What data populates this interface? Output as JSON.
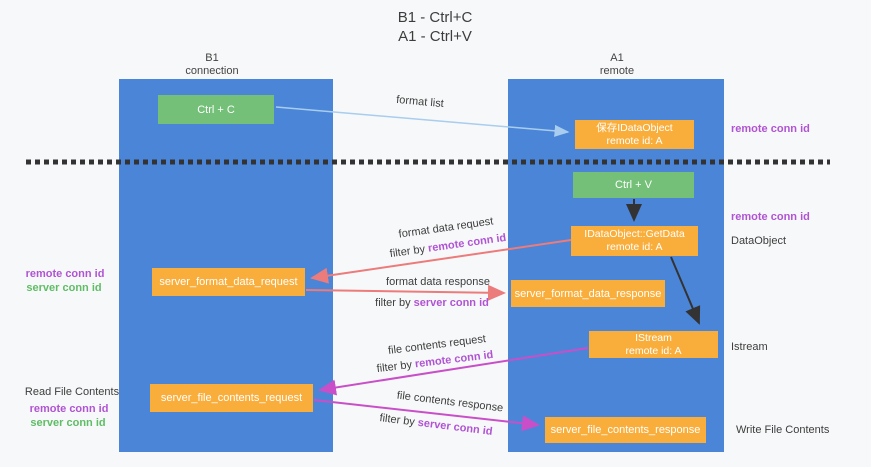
{
  "title": {
    "line1": "B1 - Ctrl+C",
    "line2": "A1 - Ctrl+V"
  },
  "lanes": {
    "b1": {
      "id": "B1",
      "subtitle": "connection"
    },
    "a1": {
      "id": "A1",
      "subtitle": "remote"
    }
  },
  "boxes": {
    "ctrl_c": {
      "label": "Ctrl + C"
    },
    "ctrl_v": {
      "label": "Ctrl + V"
    },
    "save_idataobject": {
      "line1": "保存IDataObject",
      "line2": "remote id: A"
    },
    "getdata": {
      "line1": "IDataObject::GetData",
      "line2": "remote id: A"
    },
    "istream": {
      "line1": "IStream",
      "line2": "remote id: A"
    },
    "server_format_data_request": {
      "label": "server_format_data_request"
    },
    "server_format_data_response": {
      "label": "server_format_data_response"
    },
    "server_file_contents_request": {
      "label": "server_file_contents_request"
    },
    "server_file_contents_response": {
      "label": "server_file_contents_response"
    }
  },
  "edge_labels": {
    "format_list": "format list",
    "format_data_request": "format data request",
    "format_data_response": "format data response",
    "file_contents_request": "file contents request",
    "file_contents_response": "file contents response",
    "filter_by": "filter by ",
    "remote_conn_id": "remote conn id",
    "server_conn_id": "server conn id"
  },
  "side_labels": {
    "left_format": {
      "remote": "remote conn id",
      "server": "server conn id"
    },
    "left_file": {
      "title": "Read File Contents",
      "remote": "remote conn id",
      "server": "server conn id"
    },
    "right": {
      "remote_conn_id_top": "remote conn id",
      "remote_conn_id_mid": "remote conn id",
      "dataobject": "DataObject",
      "istream": "Istream",
      "write_file_contents": "Write File Contents"
    }
  },
  "colors": {
    "lane_blue": "#4a85d8",
    "box_orange": "#f9ae3c",
    "box_green": "#74c078",
    "arrow_lightblue": "#a8cdee",
    "arrow_salmon": "#ec7b7b",
    "arrow_magenta": "#c94fc9",
    "arrow_black": "#333333",
    "text_purple": "#b054d4",
    "text_green": "#5fbd66",
    "text_dark": "#3d3d3d",
    "background": "#f7f8f9"
  }
}
